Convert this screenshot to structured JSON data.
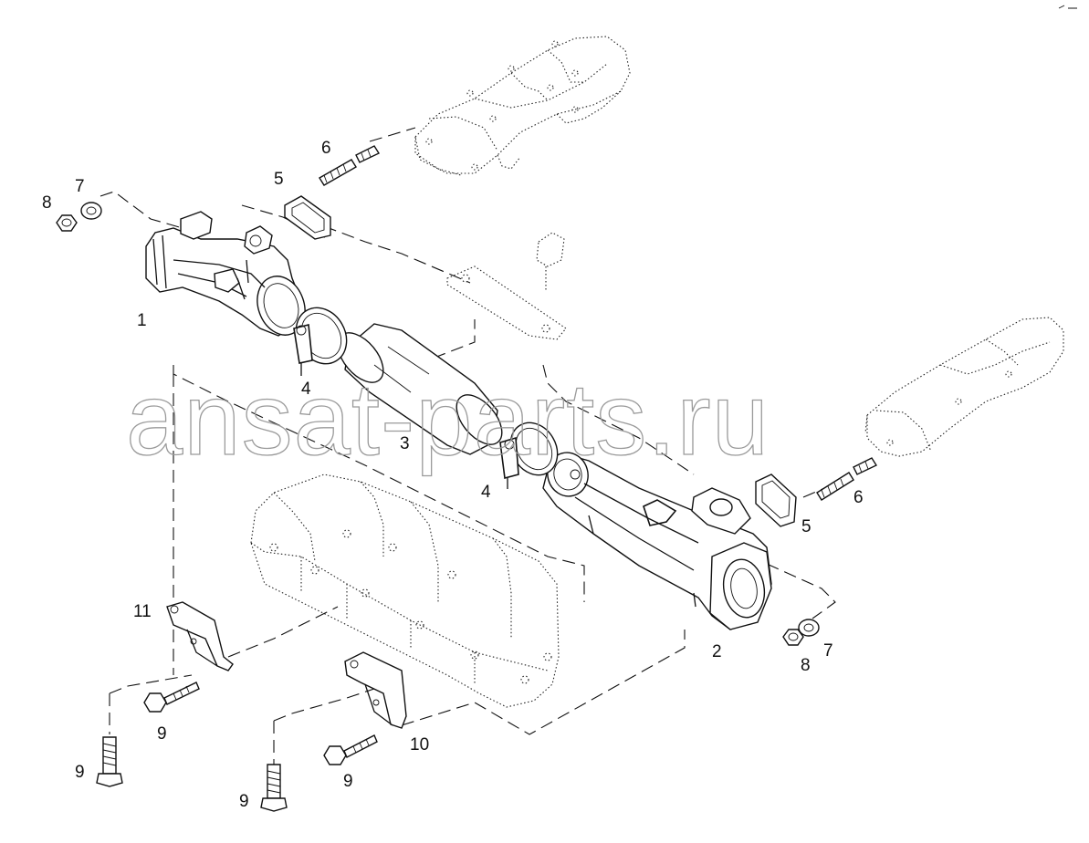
{
  "watermark": "ansat-parts.ru",
  "callouts": [
    {
      "id": "c1",
      "label": "1"
    },
    {
      "id": "c2",
      "label": "2"
    },
    {
      "id": "c3",
      "label": "3"
    },
    {
      "id": "c4a",
      "label": "4"
    },
    {
      "id": "c4b",
      "label": "4"
    },
    {
      "id": "c5a",
      "label": "5"
    },
    {
      "id": "c5b",
      "label": "5"
    },
    {
      "id": "c6a",
      "label": "6"
    },
    {
      "id": "c6b",
      "label": "6"
    },
    {
      "id": "c7a",
      "label": "7"
    },
    {
      "id": "c7b",
      "label": "7"
    },
    {
      "id": "c8a",
      "label": "8"
    },
    {
      "id": "c8b",
      "label": "8"
    },
    {
      "id": "c9a",
      "label": "9"
    },
    {
      "id": "c9b",
      "label": "9"
    },
    {
      "id": "c9c",
      "label": "9"
    },
    {
      "id": "c9d",
      "label": "9"
    },
    {
      "id": "c10",
      "label": "10"
    },
    {
      "id": "c11",
      "label": "11"
    }
  ]
}
